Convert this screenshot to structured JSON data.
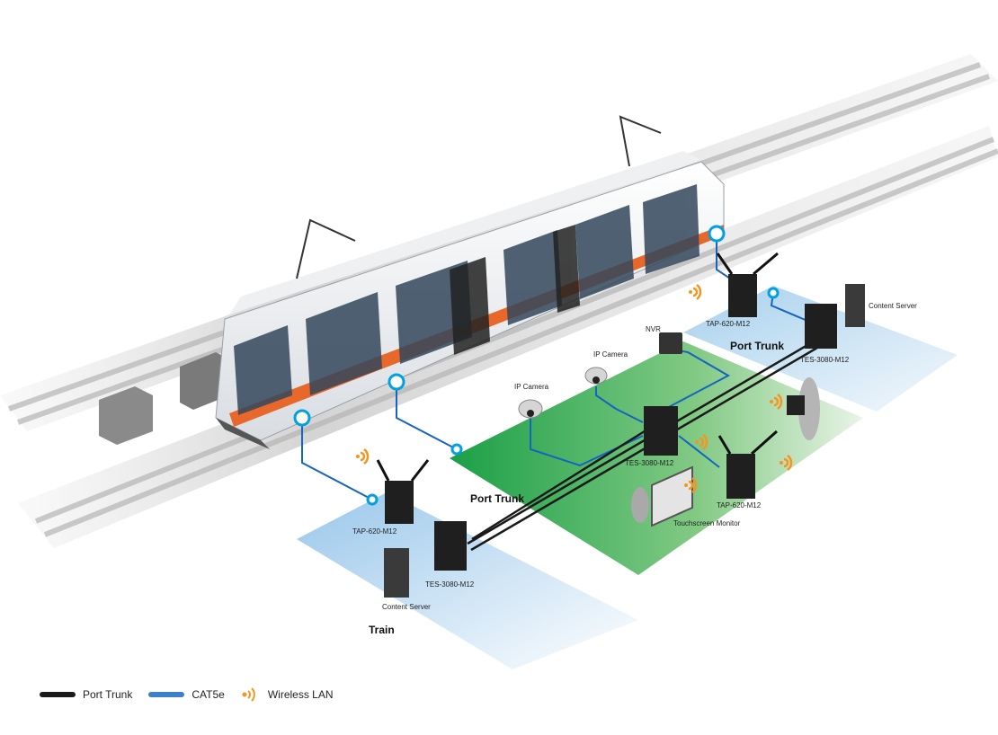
{
  "labels": {
    "content_server_right": "Content Server",
    "tap_right": "TAP-620-M12",
    "port_trunk_right": "Port Trunk",
    "tes_right": "TES-3080-M12",
    "nvr": "NVR",
    "ip_camera_1": "IP Camera",
    "ip_camera_2": "IP Camera",
    "tes_center": "TES-3080-M12",
    "port_trunk_center": "Port Trunk",
    "tap_center": "TAP-620-M12",
    "touchscreen": "Touchscreen Monitor",
    "tap_left": "TAP-620-M12",
    "tes_left": "TES-3080-M12",
    "content_server_left": "Content Server",
    "train": "Train"
  },
  "legend": {
    "port_trunk": "Port Trunk",
    "cat5e": "CAT5e",
    "wireless": "Wireless LAN"
  },
  "colors": {
    "port_trunk": "#1a1a1a",
    "cat5e": "#1565c0",
    "wireless": "#f7941d",
    "train_zone": "#9cc8ea",
    "station_zone": "#2e9b44",
    "stripe": "#e8672a"
  }
}
